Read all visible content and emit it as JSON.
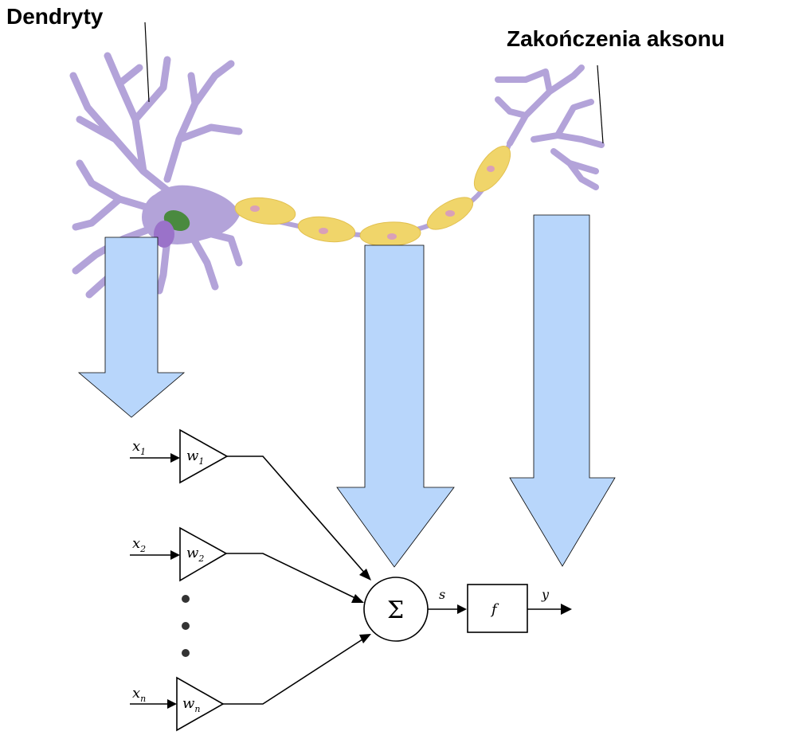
{
  "labels": {
    "dendrites": "Dendryty",
    "axon_terminals": "Zakończenia aksonu"
  },
  "model": {
    "inputs": [
      {
        "x": "x",
        "x_sub": "1",
        "w": "w",
        "w_sub": "1"
      },
      {
        "x": "x",
        "x_sub": "2",
        "w": "w",
        "w_sub": "2"
      },
      {
        "x": "x",
        "x_sub": "n",
        "w": "w",
        "w_sub": "n"
      }
    ],
    "sum_symbol": "Σ",
    "sum_output": "s",
    "activation": "f",
    "output": "y"
  },
  "colors": {
    "neuron": "#b3a3d9",
    "nucleus": "#4a8a3f",
    "soma_spot": "#9a72c9",
    "myelin": "#f0d56a",
    "myelin_dot": "#d9a0b8",
    "arrow_fill": "#b8d6fb",
    "stroke": "#000000"
  }
}
